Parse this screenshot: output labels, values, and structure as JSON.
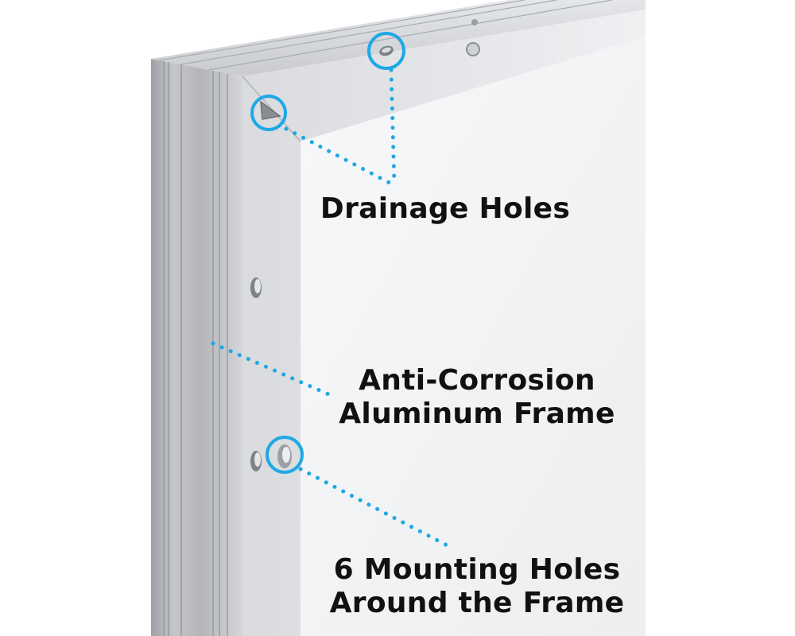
{
  "labels": {
    "drainage_holes": "Drainage Holes",
    "frame_line1": "Anti-Corrosion",
    "frame_line2": "Aluminum Frame",
    "mounting_line1": "6 Mounting Holes",
    "mounting_line2": "Around the Frame"
  },
  "colors": {
    "callout": "#1fa8e6",
    "text": "#111111",
    "panel_face": "#f3f4f6",
    "frame_silver": "#c9cbcf"
  }
}
